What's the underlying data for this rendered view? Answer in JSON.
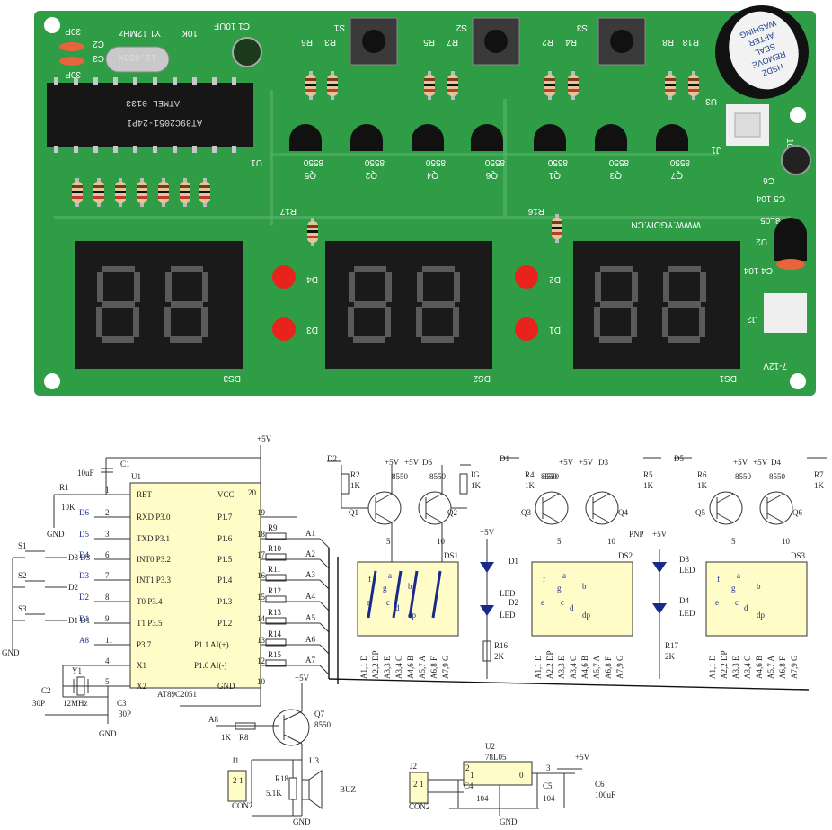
{
  "board": {
    "silk": {
      "c_30p_top": "30P",
      "c2": "C2",
      "c3": "C3",
      "c_30p_bot": "30P",
      "crystal_silk": "Y1 12MHz",
      "crystal_can": "12.0SDX",
      "res_10k": "10K",
      "c1_10uf": "C1 10UF",
      "r6": "R6",
      "r3": "R3",
      "s1": "S1",
      "r5": "R5",
      "r7": "R7",
      "s2": "S2",
      "r2": "R2",
      "r4": "R4",
      "s3": "S3",
      "r8": "R8",
      "r18": "R18",
      "chip_brand": "ATMEL 0133",
      "chip_model": "AT89C2051-24PI",
      "u1": "U1",
      "q5": "Q5",
      "q2": "Q2",
      "q4": "Q4",
      "q6": "Q6",
      "q1": "Q1",
      "q3": "Q3",
      "q7": "Q7",
      "tr_type": "8550",
      "r17": "R17",
      "r16": "R16",
      "url": "WWW.YGDIY.CN",
      "d4": "D4",
      "d3": "D3",
      "d2": "D2",
      "d1": "D1",
      "ds3": "DS3",
      "ds2": "DS2",
      "ds1": "DS1",
      "buzzer_l1": "HSDZ",
      "buzzer_l2": "REMOVE",
      "buzzer_l3": "SEAL",
      "buzzer_l4": "AFTER",
      "buzzer_l5": "WASHING",
      "u3": "U3",
      "j1": "J1",
      "c6": "C6",
      "c6_val": "100UF",
      "c5": "C5 104",
      "u2_reg": "78L05",
      "u2": "U2",
      "c4": "C4 104",
      "j2": "J2",
      "volt": "7-12V"
    },
    "colors": {
      "pcb": "#2f9c46",
      "pcb_light": "#6fc47a",
      "display": "#1a1a1a",
      "seg": "#5a5a5a",
      "led": "#e8231c"
    }
  },
  "schematic": {
    "vcc_top": "+5V",
    "c1": "C1",
    "c1_val": "10uF",
    "r1": "R1",
    "r1_val": "10K",
    "gnd": "GND",
    "u1": "U1",
    "pins_left": [
      "RET",
      "RXD P3.0",
      "TXD P3.1",
      "INT0 P3.2",
      "INT1 P3.3",
      "T0 P3.4",
      "T1 P3.5",
      "P3.7",
      "X1",
      "X2"
    ],
    "pins_left_num": [
      "1",
      "2",
      "3",
      "6",
      "7",
      "8",
      "9",
      "11",
      "4",
      "5"
    ],
    "net_left": [
      "",
      "D6",
      "D5",
      "D4",
      "D3",
      "D2",
      "D1",
      "A8",
      "",
      ""
    ],
    "pins_right": [
      "VCC",
      "P1.7",
      "P1.6",
      "P1.5",
      "P1.4",
      "P1.3",
      "P1.2",
      "P1.1 AI(+)",
      "P1.0 AI(-)",
      "GND"
    ],
    "pins_right_num": [
      "20",
      "19",
      "18",
      "17",
      "16",
      "15",
      "14",
      "13",
      "12",
      "10"
    ],
    "chip_name": "AT89C2051",
    "r_series": [
      "R9",
      "R10",
      "R11",
      "R12",
      "R13",
      "R14",
      "R15"
    ],
    "a_nets": [
      "A1",
      "A2",
      "A3",
      "A4",
      "A5",
      "A6",
      "A7"
    ],
    "s1": "S1",
    "s2": "S2",
    "s3": "S3",
    "sw_net": [
      "D3 D3",
      "D2",
      "D1 D1"
    ],
    "y1": "Y1",
    "y1_val": "12MHz",
    "c2": "C2",
    "c2_val": "30P",
    "c3": "C3",
    "c3_val": "30P",
    "q7": "Q7",
    "q7_val": "8550",
    "v5_q7": "+5V",
    "a8": "A8",
    "r8_val": "1K",
    "r8": "R8",
    "j1": "J1",
    "con2": "CON2",
    "r18": "R18",
    "r18_val": "5.1K",
    "u3": "U3",
    "buz": "BUZ",
    "j2": "J2",
    "c4": "C4",
    "c4_val": "104",
    "u2": "U2",
    "u2_val": "78L05",
    "c5": "C5",
    "c5_val": "104",
    "c6": "C6",
    "c6_val": "100uF",
    "v5_reg": "+5V",
    "reg_pins": [
      "1",
      "0",
      "2",
      "3"
    ],
    "j_pins": [
      "2",
      "1"
    ],
    "d2_net": "D2",
    "r2": "R2",
    "r2_val": "1K",
    "q1": "Q1",
    "q2": "Q2",
    "tr": "8550",
    "v5": "+5V",
    "d6": "D6",
    "rg": "IG",
    "rg_val": "1K",
    "d1_net": "D1",
    "r4": "R4",
    "r4_val": "1K",
    "q3": "Q3",
    "q4": "Q4",
    "d3_net": "D3",
    "r5": "R5",
    "r5_val": "1K",
    "d5_net": "D5",
    "r6": "R6",
    "r6_val": "1K",
    "q5": "Q5",
    "q6": "Q6",
    "d4_net": "D4",
    "r7": "R7",
    "r7_val": "1K",
    "ds1": "DS1",
    "ds2": "DS2",
    "ds3": "DS3",
    "led_d1": "D1",
    "led_d2": "D2",
    "led": "LED",
    "r16": "R16",
    "r16_val": "2K",
    "pnp": "PNP",
    "led_d3": "D3",
    "led_d4": "D4",
    "r17": "R17",
    "r17_val": "2K",
    "seg_letters": [
      "f",
      "g",
      "a",
      "b",
      "e",
      "c",
      "d",
      "dp"
    ],
    "bus_labels": [
      "A1,1 D",
      "A2,2 DP",
      "A3,3 E",
      "A3,4 C",
      "A4,6 B",
      "A5,7 A",
      "A6,8 F",
      "A7,9 G"
    ],
    "pin_5": "5",
    "pin_10": "10"
  }
}
